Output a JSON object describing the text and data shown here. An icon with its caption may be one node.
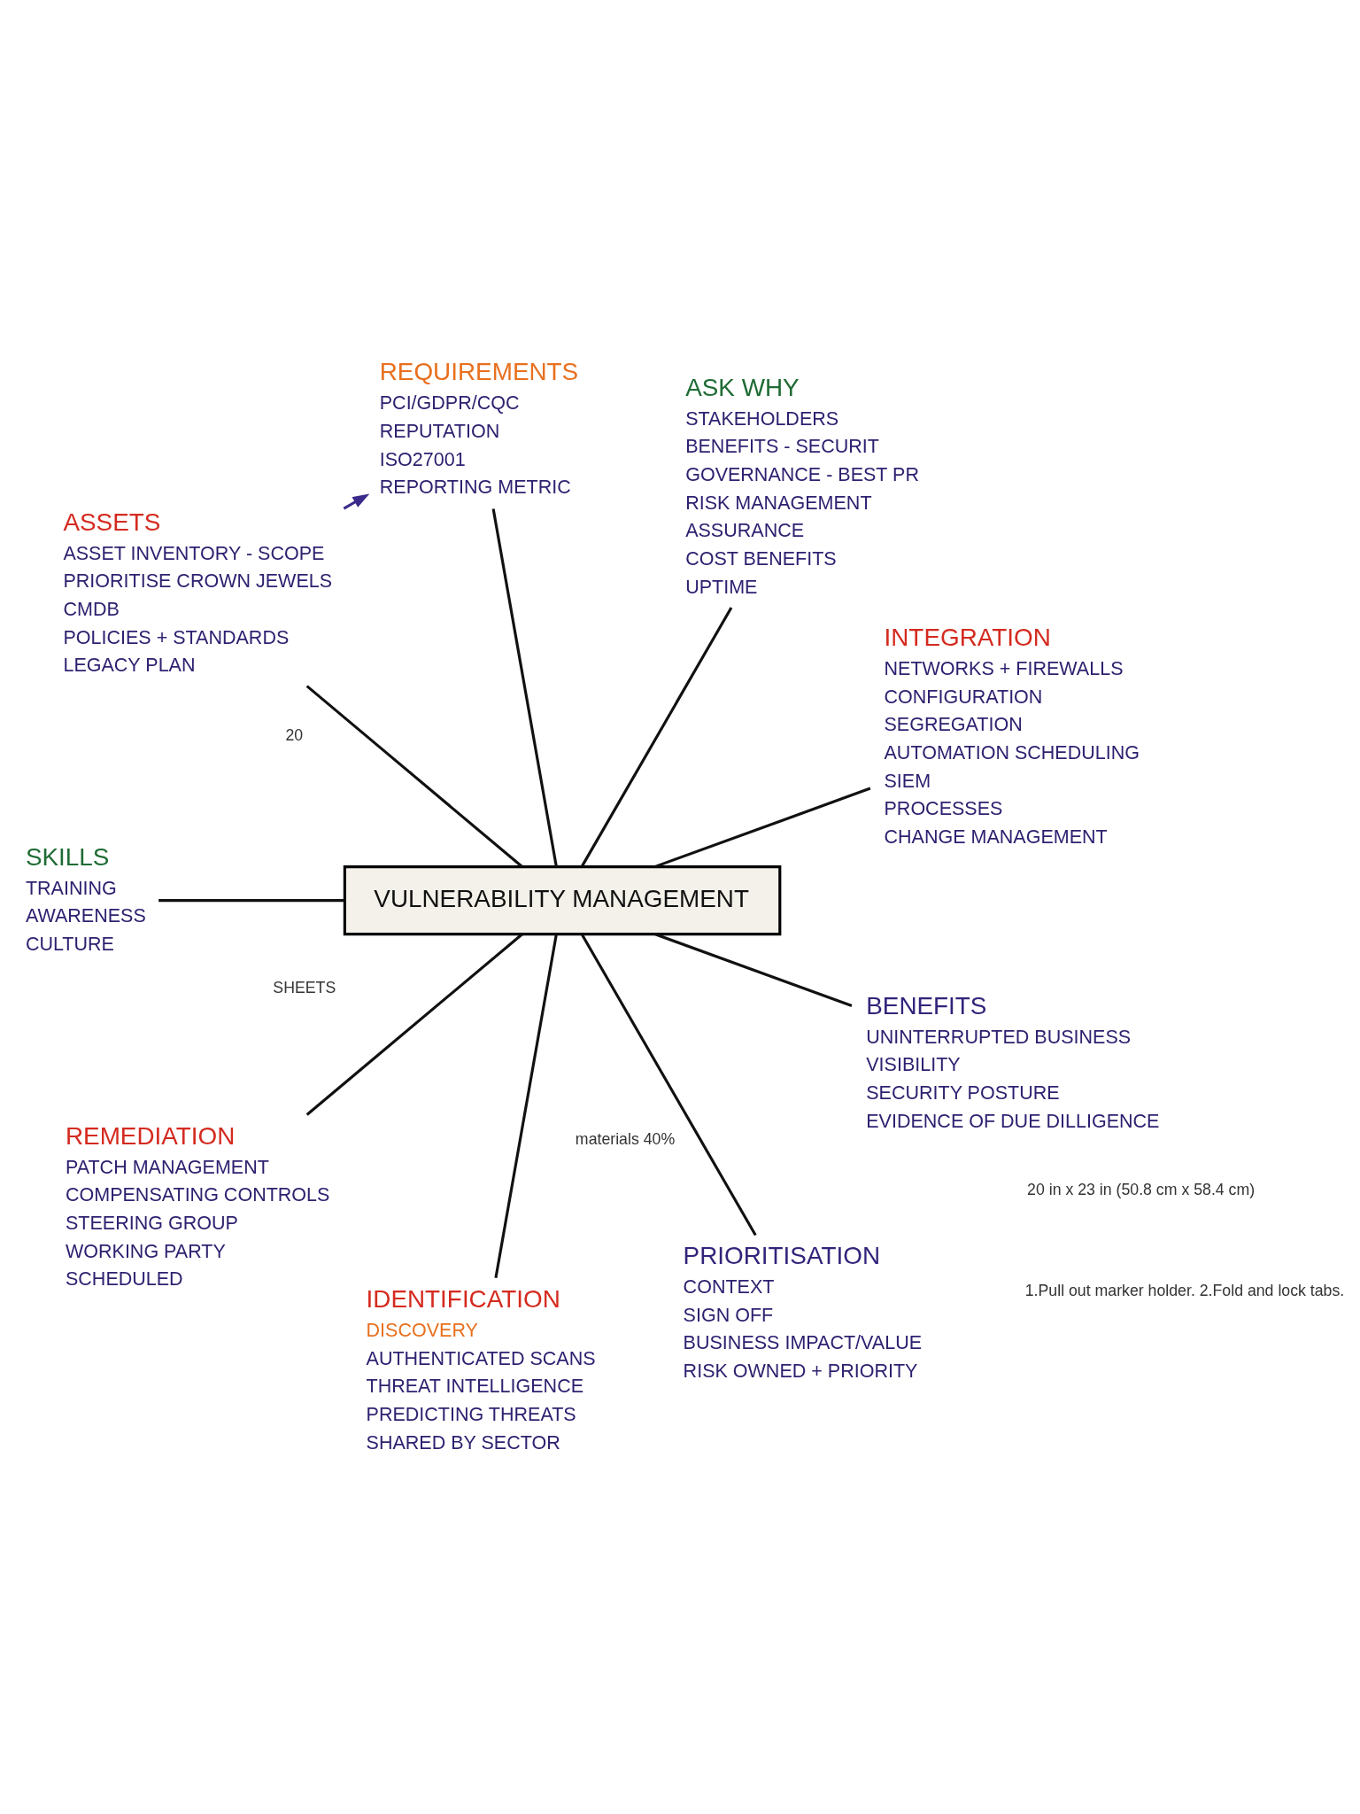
{
  "diagram": {
    "nodes": [
      {
        "text": [
          "INTEGRATION",
          "NETWORKS + FIREWALLS",
          "CONFIGURATION",
          "SEGREGATION",
          "AUTOMATION SCHEDULING",
          "SIEM",
          "PROCESSES",
          "CHANGE MANAGEMENT"
        ]
      },
      {
        "text": [
          "ASK WHY",
          "STAKEHOLDERS",
          "BENEFITS - SECURIT",
          "GOVERNANCE - BEST PR",
          "RISK MANAGEMENT",
          "ASSURANCE",
          "COST BENEFITS",
          "UPTIME"
        ]
      },
      {
        "text": [
          "REQUIREMENTS",
          "PCI/GDPR/CQC",
          "REPUTATION",
          "ISO27001",
          "REPORTING METRIC"
        ]
      },
      {
        "text": [
          "ASSETS",
          "ASSET INVENTORY - SCOPE",
          "PRIORITISE CROWN JEWELS",
          "CMDB",
          "POLICIES + STANDARDS",
          "LEGACY PLAN"
        ]
      },
      {
        "text": [
          "VULNERABILITY MANAGEMENT"
        ]
      },
      {
        "text": [
          "SKILLS",
          "TRAINING",
          "AWARENESS",
          "CULTURE"
        ]
      },
      {
        "text": [
          "REMEDIATION",
          "PATCH MANAGEMENT",
          "COMPENSATING CONTROLS",
          "STEERING GROUP",
          "WORKING PARTY",
          "SCHEDULED"
        ]
      },
      {
        "text": [
          "IDENTIFICATION",
          "DISCOVERY",
          "AUTHENTICATED SCANS",
          "THREAT INTELLIGENCE",
          "PREDICTING THREATS",
          "SHARED BY SECTOR"
        ]
      },
      {
        "text": [
          "PRIORITISATION",
          "CONTEXT",
          "SIGN OFF",
          "BUSINESS IMPACT/VALUE",
          "RISK OWNED + PRIORITY"
        ]
      },
      {
        "text": [
          "BENEFITS",
          "UNINTERRUPTED BUSINESS",
          "VISIBILITY",
          "SECURITY POSTURE",
          "EVIDENCE OF DUE DILLIGENCE"
        ]
      }
    ],
    "edges": [
      {
        "from": 4,
        "to": 0,
        "arrow": "none"
      },
      {
        "from": 4,
        "to": 1,
        "arrow": "none"
      },
      {
        "from": 4,
        "to": 2,
        "arrow": "none"
      },
      {
        "from": 4,
        "to": 3,
        "arrow": "none"
      },
      {
        "from": 4,
        "to": 5,
        "arrow": "none"
      },
      {
        "from": 4,
        "to": 6,
        "arrow": "none"
      },
      {
        "from": 4,
        "to": 7,
        "arrow": "none"
      },
      {
        "from": 4,
        "to": 8,
        "arrow": "none"
      },
      {
        "from": 4,
        "to": 9,
        "arrow": "none"
      },
      {
        "from": 3,
        "to": 2,
        "arrow": "to",
        "color": "#3b2a8a"
      }
    ],
    "labels": [
      "1.Pull out marker holder. 2.Fold and lock tabs.",
      "materials 40%",
      "20",
      "SHEETS",
      "20 in x 23 in (50.8 cm x 58.4 cm)"
    ]
  }
}
